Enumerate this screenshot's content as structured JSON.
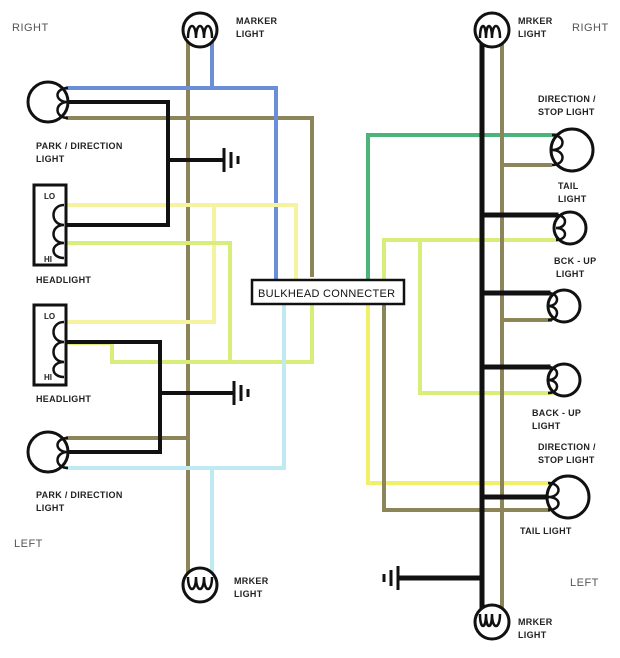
{
  "side_labels": {
    "right_left_panel": "RIGHT",
    "right_right_panel": "RIGHT",
    "left_left_panel": "LEFT",
    "left_right_panel": "LEFT"
  },
  "front": {
    "marker_top": {
      "line1": "MARKER",
      "line2": "LIGHT"
    },
    "park_top": {
      "line1": "PARK  / DIRECTION",
      "line2": "LIGHT"
    },
    "headlight_top": {
      "label": "HEADLIGHT",
      "lo": "LO",
      "hi": "HI"
    },
    "headlight_bottom": {
      "label": "HEADLIGHT",
      "lo": "LO",
      "hi": "HI"
    },
    "park_bottom": {
      "line1": "PARK  / DIRECTION",
      "line2": "LIGHT"
    },
    "marker_bottom": {
      "line1": "MRKER",
      "line2": "LIGHT"
    }
  },
  "bulkhead": {
    "label": "BULKHEAD CONNECTER"
  },
  "rear": {
    "marker_top": {
      "line1": "MRKER",
      "line2": "LIGHT"
    },
    "direction_top": {
      "line1": "DIRECTION /",
      "line2": "STOP LIGHT"
    },
    "tail_top": {
      "line1": "TAIL",
      "line2": "LIGHT"
    },
    "backup_top": {
      "line1": "BCK - UP",
      "line2": "LIGHT"
    },
    "backup_bottom": {
      "line1": "BACK - UP",
      "line2": "LIGHT"
    },
    "direction_bottom": {
      "line1": "DIRECTION /",
      "line2": "STOP LIGHT"
    },
    "tail_bottom": {
      "label": "TAIL LIGHT"
    },
    "marker_bottom": {
      "line1": "MRKER",
      "line2": "LIGHT"
    }
  },
  "wire_colors": {
    "ground": "#111111",
    "tan": "#8b8559",
    "blue": "#6a8fd8",
    "yellow": "#f6f3a0",
    "lime": "#d7ef7a",
    "cyan": "#bfeaf2",
    "green": "#4cb37a",
    "bright_yellow": "#f1f06a"
  }
}
